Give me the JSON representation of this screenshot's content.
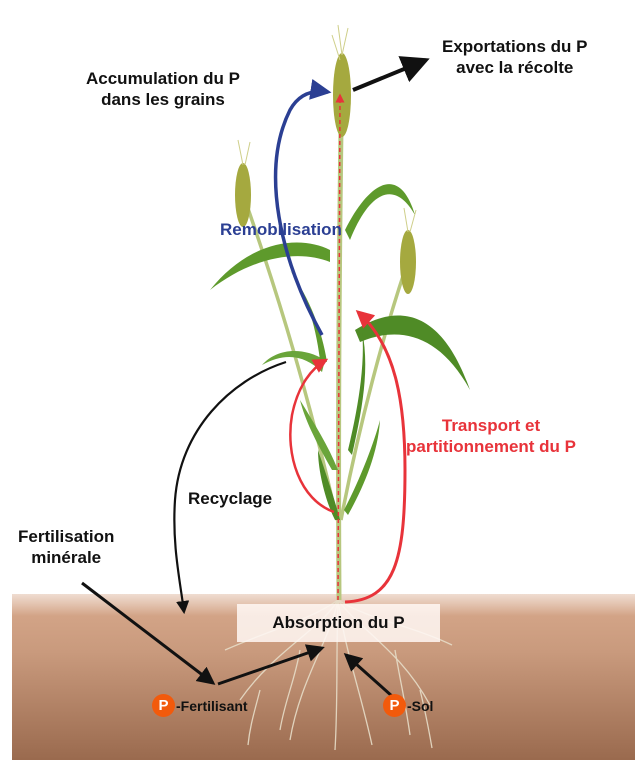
{
  "labels": {
    "exportations": "Exportations du P\navec la récolte",
    "accumulation": "Accumulation du P\ndans les grains",
    "remobilisation": "Remobilisation",
    "transport": "Transport et\npartitionnement du P",
    "recyclage": "Recyclage",
    "fertilisation": "Fertilisation\nminérale",
    "absorption": "Absorption du P",
    "p_symbol": "P",
    "fertilisant": "-Fertilisant",
    "sol": "-Sol"
  },
  "colors": {
    "remobilisation": "#2b3f93",
    "transport": "#e8333a",
    "black_arrows": "#111111",
    "p_circle": "#f25a0c",
    "soil": "#c9987a",
    "leaf": "#5e9a2c",
    "stem": "#b7c77e",
    "spike": "#a5a93f"
  },
  "icons": {
    "p_marker": "orange-circle-p"
  }
}
